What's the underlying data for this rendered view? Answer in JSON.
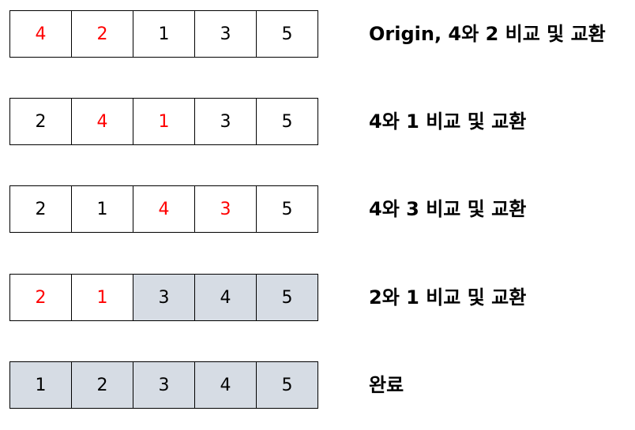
{
  "colors": {
    "highlight_text": "#ff0000",
    "sorted_fill": "#d6dce4",
    "border": "#000000"
  },
  "steps": [
    {
      "cells": [
        {
          "value": "4",
          "state": "compare"
        },
        {
          "value": "2",
          "state": "compare"
        },
        {
          "value": "1",
          "state": "normal"
        },
        {
          "value": "3",
          "state": "normal"
        },
        {
          "value": "5",
          "state": "normal"
        }
      ],
      "description": "Origin, 4와 2 비교 및 교환"
    },
    {
      "cells": [
        {
          "value": "2",
          "state": "normal"
        },
        {
          "value": "4",
          "state": "compare"
        },
        {
          "value": "1",
          "state": "compare"
        },
        {
          "value": "3",
          "state": "normal"
        },
        {
          "value": "5",
          "state": "normal"
        }
      ],
      "description": "4와 1 비교 및 교환"
    },
    {
      "cells": [
        {
          "value": "2",
          "state": "normal"
        },
        {
          "value": "1",
          "state": "normal"
        },
        {
          "value": "4",
          "state": "compare"
        },
        {
          "value": "3",
          "state": "compare"
        },
        {
          "value": "5",
          "state": "normal"
        }
      ],
      "description": "4와 3 비교 및 교환"
    },
    {
      "cells": [
        {
          "value": "2",
          "state": "compare"
        },
        {
          "value": "1",
          "state": "compare"
        },
        {
          "value": "3",
          "state": "sorted"
        },
        {
          "value": "4",
          "state": "sorted"
        },
        {
          "value": "5",
          "state": "sorted"
        }
      ],
      "description": "2와 1 비교 및 교환"
    },
    {
      "cells": [
        {
          "value": "1",
          "state": "sorted"
        },
        {
          "value": "2",
          "state": "sorted"
        },
        {
          "value": "3",
          "state": "sorted"
        },
        {
          "value": "4",
          "state": "sorted"
        },
        {
          "value": "5",
          "state": "sorted"
        }
      ],
      "description": "완료"
    }
  ]
}
